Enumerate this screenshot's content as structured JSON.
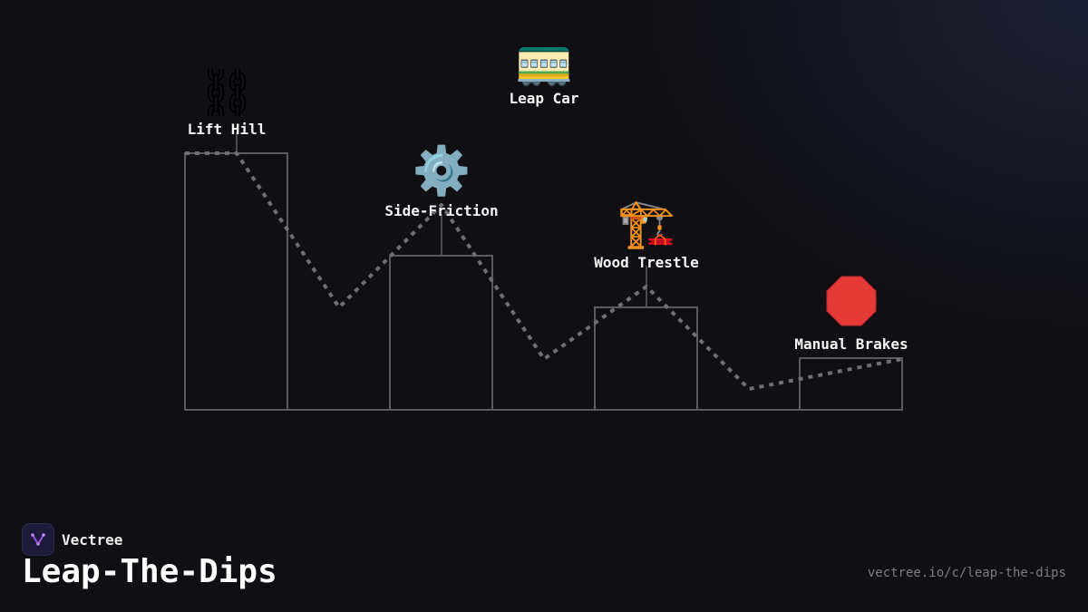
{
  "title": "Leap-The-Dips",
  "brand": {
    "name": "Vectree",
    "logo_icon": "vectree-logo-icon"
  },
  "url": "vectree.io/c/leap-the-dips",
  "colors": {
    "background": "#101014",
    "box_stroke": "#5a5a62",
    "track": "#6e6e76",
    "brand_accent": "#a855f7"
  },
  "nodes": [
    {
      "label": "Lift Hill",
      "icon": "🔗⛓",
      "icon_name": "chain-icon"
    },
    {
      "label": "Side-Friction",
      "icon": "⚙️",
      "icon_name": "gear-icon"
    },
    {
      "label": "Leap Car",
      "icon": "🚃",
      "icon_name": "tram-car-icon"
    },
    {
      "label": "Wood Trestle",
      "icon": "🏗️",
      "icon_name": "crane-icon"
    },
    {
      "label": "Manual Brakes",
      "icon": "🛑",
      "icon_name": "stop-sign-icon"
    }
  ]
}
